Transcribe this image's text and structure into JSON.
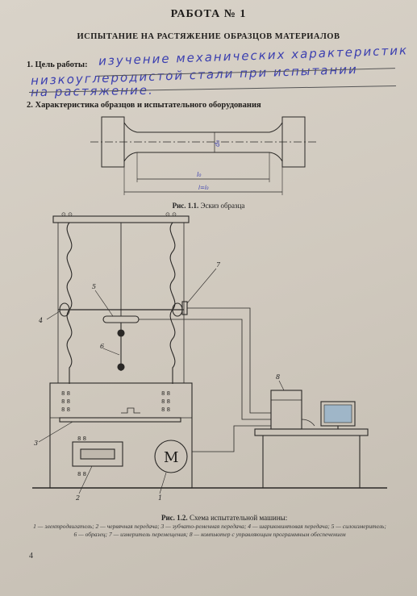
{
  "header": {
    "title": "РАБОТА № 1",
    "subtitle": "ИСПЫТАНИЕ НА РАСТЯЖЕНИЕ ОБРАЗЦОВ МАТЕРИАЛОВ"
  },
  "section1": {
    "label": "1. Цель работы:",
    "handwritten_lines": [
      "изучение механических характеристик",
      "низкоуглеродистой стали при испытании",
      "на растяжение."
    ]
  },
  "section2": {
    "label": "2. Характеристика образцов и испытательного оборудования"
  },
  "figure1": {
    "dim_d": "d₀",
    "dim_l": "l₀",
    "dim_total": "l=l₀",
    "caption_num": "Рис. 1.1.",
    "caption_text": "Эскиз образца"
  },
  "figure2": {
    "motor_symbol": "M",
    "callouts": [
      "1",
      "2",
      "3",
      "4",
      "5",
      "6",
      "7",
      "8"
    ],
    "caption_num": "Рис. 1.2.",
    "caption_text": "Схема испытательной машины:",
    "legend": "1 — электродвигатель; 2 — червячная передача; 3 — зубчато-ременная передача; 4 — шариковинтовая передача; 5 — силоизмеритель; 6 — образец; 7 — измеритель перемещения; 8 — компьютер с управляющим программным обеспечением"
  },
  "page_number": "4"
}
